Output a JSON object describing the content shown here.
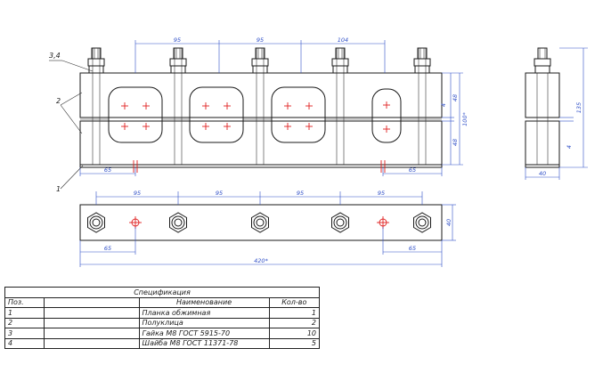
{
  "callouts": {
    "c34": "3,4",
    "c2": "2",
    "c1": "1"
  },
  "dims": {
    "top": [
      "95",
      "95",
      "104"
    ],
    "right_upper": "48",
    "right_gap": "4",
    "right_total": "100*",
    "right_lower": "48",
    "left_offset": "65",
    "right_offset": "65",
    "side_total": "135",
    "side_gap": "4",
    "side_width": "40",
    "plan_spacing": [
      "95",
      "95",
      "95",
      "95"
    ],
    "plan_left": "65",
    "plan_right": "65",
    "plan_height": "40",
    "plan_total": "420*"
  },
  "spec": {
    "title": "Спецификация",
    "headers": [
      "Поз.",
      "",
      "Наименование",
      "Кол-во"
    ],
    "rows": [
      [
        "1",
        "",
        "Планка обжимная",
        "1"
      ],
      [
        "2",
        "",
        "Полуклица",
        "2"
      ],
      [
        "3",
        "",
        "Гайка М8 ГОСТ 5915-70",
        "10"
      ],
      [
        "4",
        "",
        "Шайба М8 ГОСТ 11371-78",
        "5"
      ]
    ]
  }
}
